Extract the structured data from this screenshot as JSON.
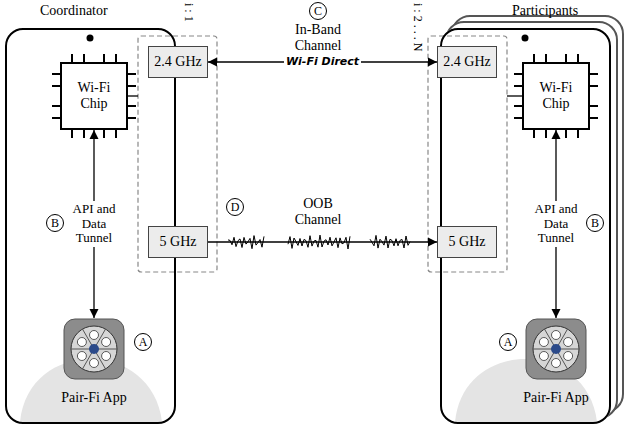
{
  "diagram": {
    "nodes": [
      {
        "text": [
          "Coordinator"
        ]
      },
      {
        "text": [
          "Wi-Fi Chip"
        ],
        "in": 0
      },
      {
        "text": [
          "2.4 GHz"
        ],
        "in": 0
      },
      {
        "text": [
          "5 GHz"
        ],
        "in": 0
      },
      {
        "text": [
          "Pair-Fi App"
        ],
        "in": 0
      },
      {
        "text": [
          "Participants"
        ]
      },
      {
        "text": [
          "Wi-Fi Chip"
        ],
        "in": 5
      },
      {
        "text": [
          "2.4 GHz"
        ],
        "in": 5
      },
      {
        "text": [
          "5 GHz"
        ],
        "in": 5
      },
      {
        "text": [
          "Pair-Fi App"
        ],
        "in": 5
      }
    ],
    "edges": [
      {
        "from": 1,
        "to": 4,
        "arrow": "both",
        "label": "API and Data Tunnel"
      },
      {
        "from": 2,
        "to": 7,
        "arrow": "both",
        "label": "Wi-Fi Direct"
      },
      {
        "from": 3,
        "to": 8,
        "arrow": "to"
      },
      {
        "from": 6,
        "to": 9,
        "arrow": "both",
        "label": "API and Data Tunnel"
      }
    ],
    "labels": [
      "A",
      "B",
      "C",
      "In-Band Channel",
      "D",
      "OOB Channel",
      "i : 1",
      "i : 2 . . . N",
      "A",
      "B"
    ]
  }
}
